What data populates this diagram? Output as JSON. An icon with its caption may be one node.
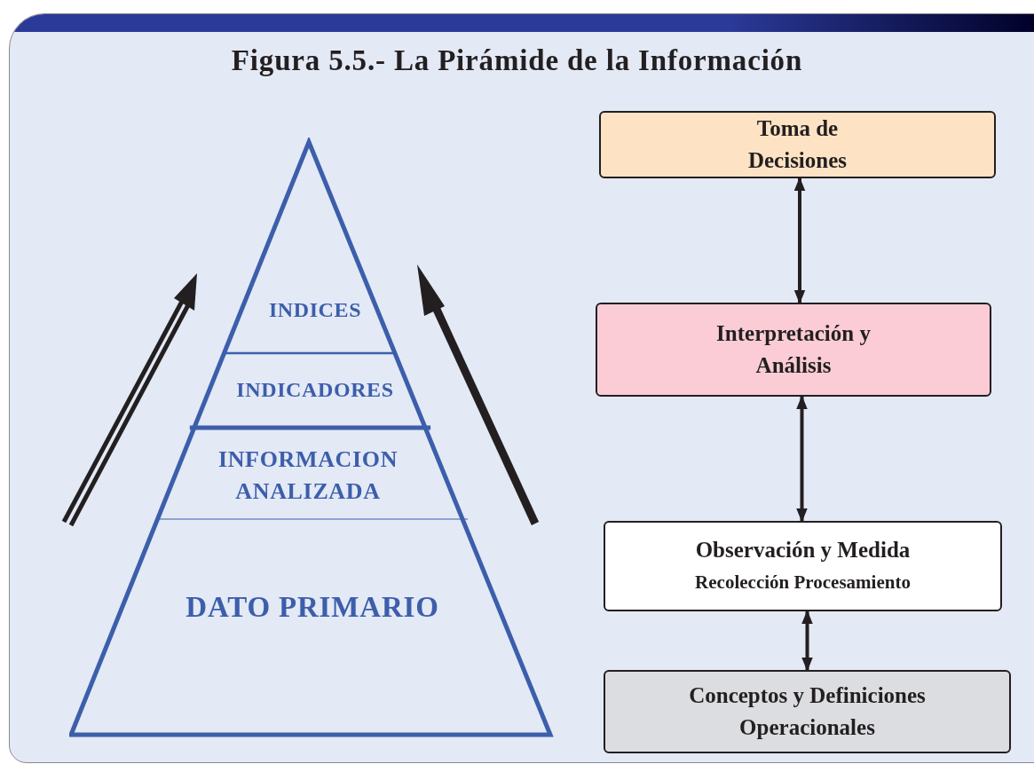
{
  "diagram": {
    "title": "Figura 5.5.- La Pirámide de la Información",
    "nodes": [
      {
        "text": [],
        "shape": "triangle"
      },
      {
        "text": [
          "INDICES"
        ],
        "in": 0
      },
      {
        "text": [
          "INDICADORES"
        ],
        "in": 0
      },
      {
        "text": [
          "INFORMACION ANALIZADA"
        ],
        "in": 0
      },
      {
        "text": [
          "DATO PRIMARIO"
        ],
        "in": 0
      },
      {
        "text": [
          "Toma de Decisiones"
        ]
      },
      {
        "text": [
          "Interpretación y Análisis"
        ]
      },
      {
        "text": [
          "Observación y Medida",
          "Recolección Procesamiento"
        ]
      },
      {
        "text": [
          "Conceptos y Definiciones Operacionales"
        ]
      }
    ],
    "edges": [
      {
        "from": 5,
        "to": 6,
        "arrow": "both"
      },
      {
        "from": 6,
        "to": 7,
        "arrow": "both"
      },
      {
        "from": 7,
        "to": 8,
        "arrow": "both"
      }
    ]
  }
}
